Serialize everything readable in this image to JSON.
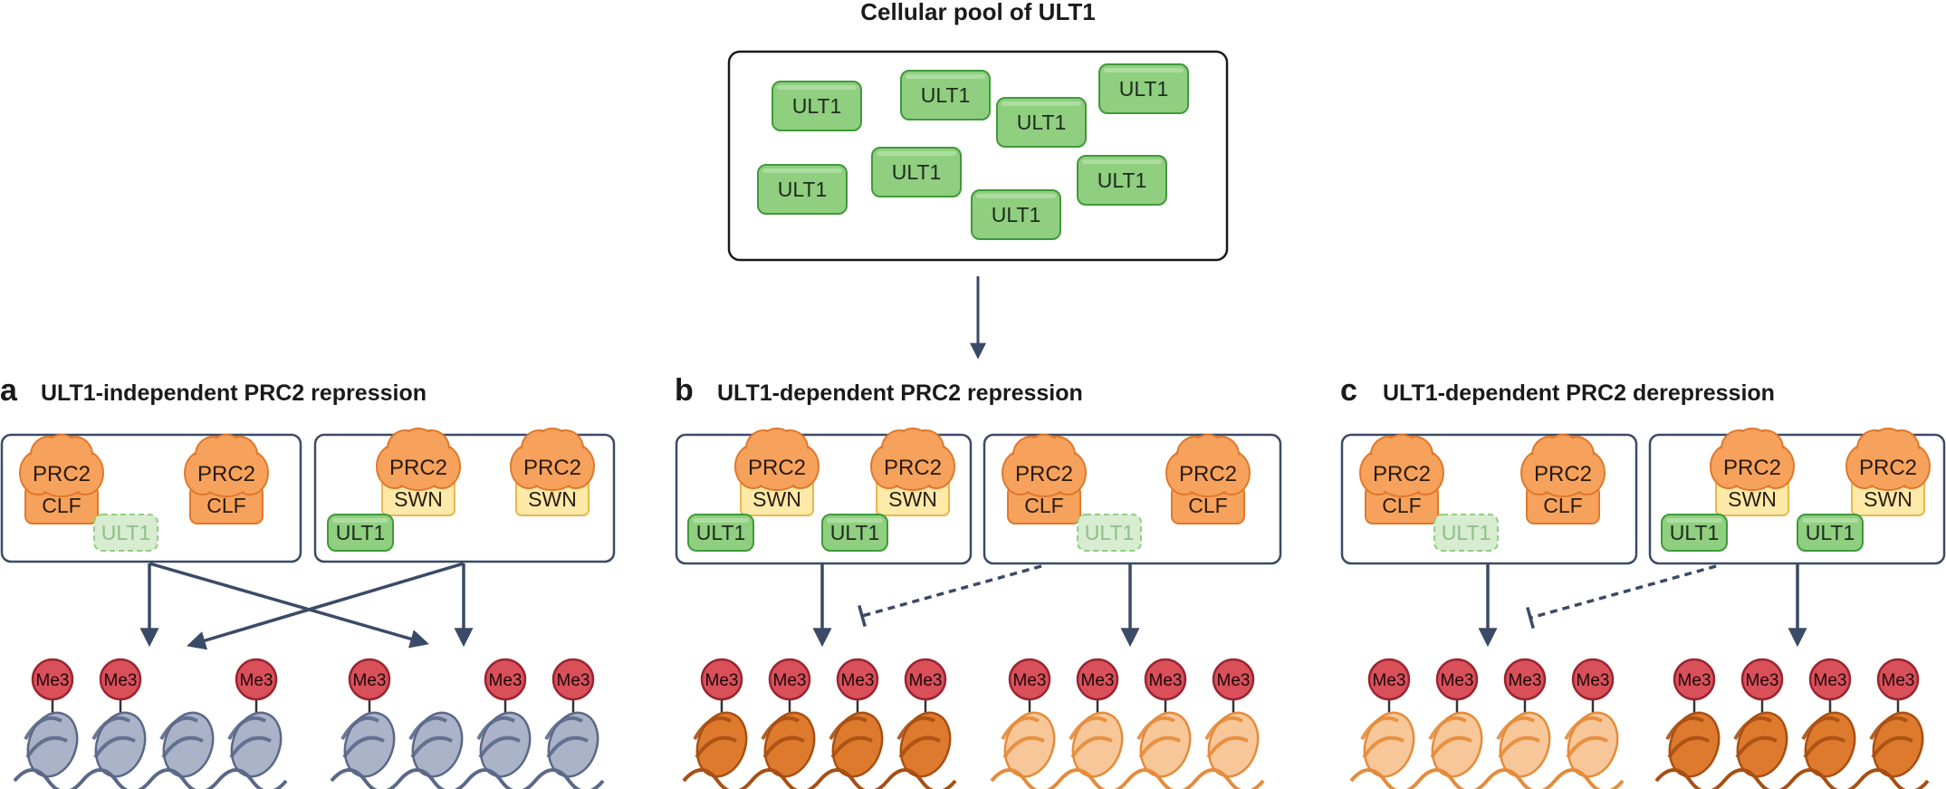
{
  "pool": {
    "title": "Cellular pool of ULT1",
    "ult1_label": "ULT1"
  },
  "panels": [
    {
      "letter": "a",
      "title": "ULT1-independent PRC2 repression"
    },
    {
      "letter": "b",
      "title": "ULT1-dependent PRC2 repression"
    },
    {
      "letter": "c",
      "title": "ULT1-dependent PRC2 derepression"
    }
  ],
  "labels": {
    "prc2": "PRC2",
    "clf": "CLF",
    "swn": "SWN",
    "ult1": "ULT1",
    "me3": "Me3"
  },
  "colors": {
    "ult1_fill": "#8fcf7f",
    "ult1_stroke": "#3f9a3a",
    "prc2_fill": "#f6a25c",
    "prc2_stroke": "#e0782c",
    "swn_fill": "#fde9a8",
    "swn_stroke": "#e6b94c",
    "me3_fill": "#d9505b",
    "me3_stroke": "#9a2530",
    "arrow": "#3b4a66",
    "nuc_grey": "#aab3c8",
    "nuc_dark_orange": "#dd7a2e",
    "nuc_light_orange": "#f7c79a"
  }
}
